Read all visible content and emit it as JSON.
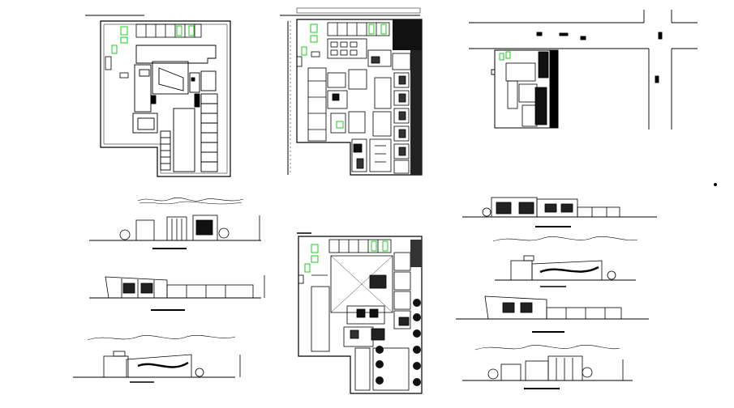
{
  "sheet": {
    "background": "#ffffff",
    "line_color": "#000000",
    "accent_color": "#22cc22",
    "views": [
      {
        "name": "site-plan-left",
        "kind": "plan"
      },
      {
        "name": "floor-plan-ground",
        "kind": "plan"
      },
      {
        "name": "location-plan",
        "kind": "plan"
      },
      {
        "name": "elevation-1",
        "kind": "elevation"
      },
      {
        "name": "elevation-2",
        "kind": "elevation"
      },
      {
        "name": "elevation-3",
        "kind": "elevation"
      },
      {
        "name": "floor-plan-upper",
        "kind": "plan"
      },
      {
        "name": "elevation-4",
        "kind": "elevation"
      },
      {
        "name": "elevation-5",
        "kind": "elevation"
      },
      {
        "name": "elevation-6",
        "kind": "elevation"
      },
      {
        "name": "elevation-7",
        "kind": "elevation"
      }
    ]
  }
}
